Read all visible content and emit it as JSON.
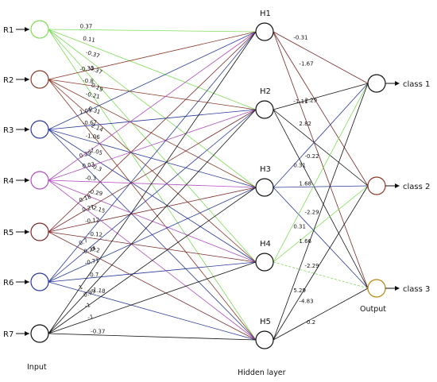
{
  "inputs": [
    {
      "label": "R1",
      "color": "#7fdc5a"
    },
    {
      "label": "R2",
      "color": "#8b3a2a"
    },
    {
      "label": "R3",
      "color": "#2a3a9a"
    },
    {
      "label": "R4",
      "color": "#b04fc0"
    },
    {
      "label": "R5",
      "color": "#7a2a2a"
    },
    {
      "label": "R6",
      "color": "#2a3a9a"
    },
    {
      "label": "R7",
      "color": "#111111"
    }
  ],
  "hidden": [
    {
      "label": "H1"
    },
    {
      "label": "H2"
    },
    {
      "label": "H3"
    },
    {
      "label": "H4"
    },
    {
      "label": "H5"
    }
  ],
  "outputs": [
    {
      "label": "class 1",
      "color": "#111111"
    },
    {
      "label": "class 2",
      "color": "#8b3a2a"
    },
    {
      "label": "class 3",
      "color": "#b8860b"
    }
  ],
  "layer_labels": {
    "input": "Input",
    "hidden": "Hidden layer",
    "output": "Output"
  },
  "input_weights": [
    [
      "0.37",
      "0.11",
      "-0.37",
      "-0.37",
      "0.19"
    ],
    [
      "-0.31",
      "-0.8",
      "-0.21",
      "0.31",
      "2.14"
    ],
    [
      "1.05",
      "-0.67",
      "-1.06",
      "-1.05",
      "-0.3"
    ],
    [
      "0.29",
      "0.03",
      "-0.3",
      "-0.29",
      "-2.15"
    ],
    [
      "0.18",
      "0.27",
      "-0.12",
      "-0.12",
      "0.2"
    ],
    [
      "0.7",
      "-0.24",
      "-0.71",
      "-0.7",
      "-1.18"
    ],
    [
      "1",
      "-0.99",
      "-1",
      "-1",
      "-0.37"
    ]
  ],
  "hidden_weights": [
    [
      "-0.31",
      "-1.67",
      "2.29"
    ],
    [
      "-1.11",
      "2.82",
      "-0.22"
    ],
    [
      "0.31",
      "1.68",
      "-2.29"
    ],
    [
      "0.31",
      "1.66",
      "-2.29"
    ],
    [
      "5.29",
      "-4.83",
      "-0.2"
    ]
  ]
}
